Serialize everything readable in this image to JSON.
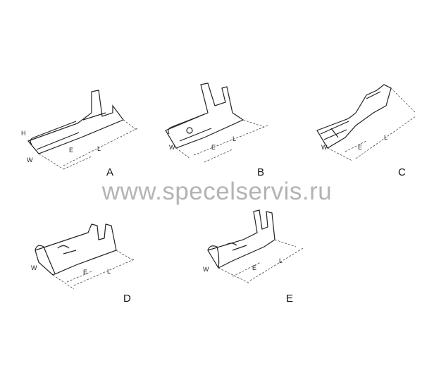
{
  "watermark": "www.specelservis.ru",
  "terminals": [
    {
      "label": "A",
      "dims": [
        "H",
        "W",
        "E",
        "L"
      ]
    },
    {
      "label": "B",
      "dims": [
        "W",
        "E",
        "L"
      ]
    },
    {
      "label": "C",
      "dims": [
        "W",
        "E",
        "L"
      ]
    },
    {
      "label": "D",
      "dims": [
        "W",
        "E",
        "L"
      ]
    },
    {
      "label": "E",
      "dims": [
        "W",
        "E",
        "L"
      ]
    }
  ]
}
